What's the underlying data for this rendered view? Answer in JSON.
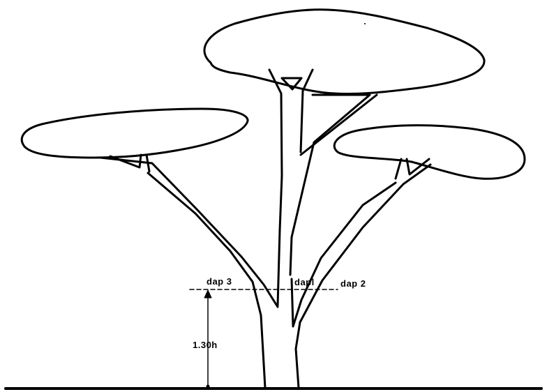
{
  "diagram": {
    "labels": {
      "dap3": "dap 3",
      "dap1": "dapl",
      "dap2": "dap 2",
      "height": "1.30h"
    },
    "colors": {
      "ink": "#000000",
      "background": "#ffffff"
    }
  }
}
